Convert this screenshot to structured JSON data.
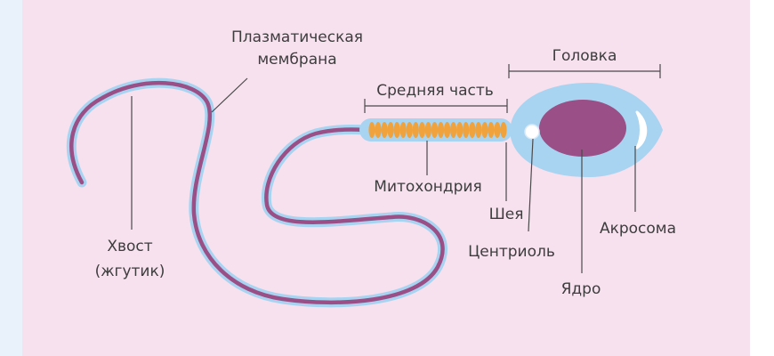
{
  "colors": {
    "page_background": "#ffffff",
    "left_strip": "#e9f1fb",
    "panel": "#f7e1ee",
    "membrane": "#a8d4f1",
    "flagellum": "#9a4f86",
    "nucleus": "#9a4f86",
    "mitochondria": "#f0a23c",
    "acrosome": "#ffffff",
    "label_text": "#3d3d3d",
    "leader_line": "#4a4a4a"
  },
  "labels": {
    "membrane": [
      "Плазматическая",
      "мембрана"
    ],
    "head": "Головка",
    "midpiece": "Средняя часть",
    "mitochondria": "Митохондрия",
    "neck": "Шея",
    "centriole": "Центриоль",
    "nucleus": "Ядро",
    "acrosome": "Акросома",
    "tail": [
      "Хвост",
      "(жгутик)"
    ]
  },
  "icons": {
    "cell": "sperm-cell-icon"
  }
}
